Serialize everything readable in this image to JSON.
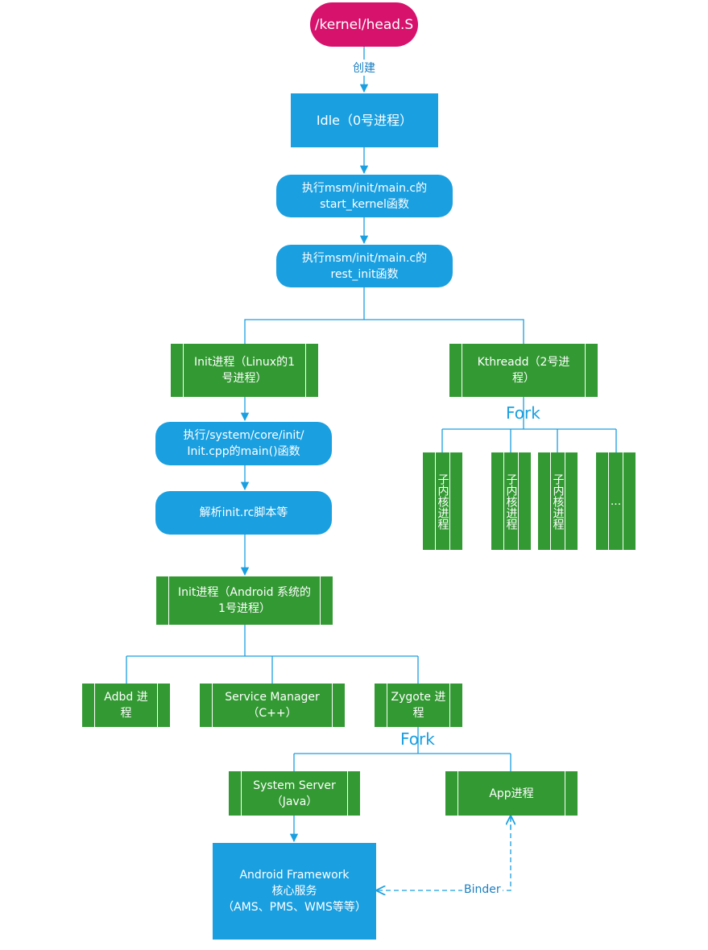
{
  "nodes": {
    "head_s": "/kernel/head.S",
    "idle": "Idle（0号进程）",
    "start_kernel": "执行msm/init/main.c的\nstart_kernel函数",
    "rest_init": "执行msm/init/main.c的\nrest_init函数",
    "init_linux": "Init进程（Linux的1\n号进程）",
    "kthreadd": "Kthreadd（2号进\n程）",
    "init_cpp": "执行/system/core/init/\nInit.cpp的main()函数",
    "parse_rc": "解析init.rc脚本等",
    "init_android": "Init进程（Android 系统的\n1号进程）",
    "adbd": "Adbd 进\n程",
    "service_manager": "Service Manager\n（C++）",
    "zygote": "Zygote 进\n程",
    "system_server": "System Server\n（Java）",
    "app": "App进程",
    "framework": "Android Framework\n核心服务\n（AMS、PMS、WMS等等）",
    "kernel_child_1": "子内核进程",
    "kernel_child_2": "子内核进程",
    "kernel_child_3": "子内核进程",
    "kernel_child_more": "..."
  },
  "edge_labels": {
    "create": "创建",
    "fork_kthreadd": "Fork",
    "fork_zygote": "Fork",
    "binder": "Binder"
  },
  "colors": {
    "magenta": "#d6126d",
    "blue": "#1a9fe0",
    "green": "#339933",
    "line": "#1a9fe0"
  }
}
